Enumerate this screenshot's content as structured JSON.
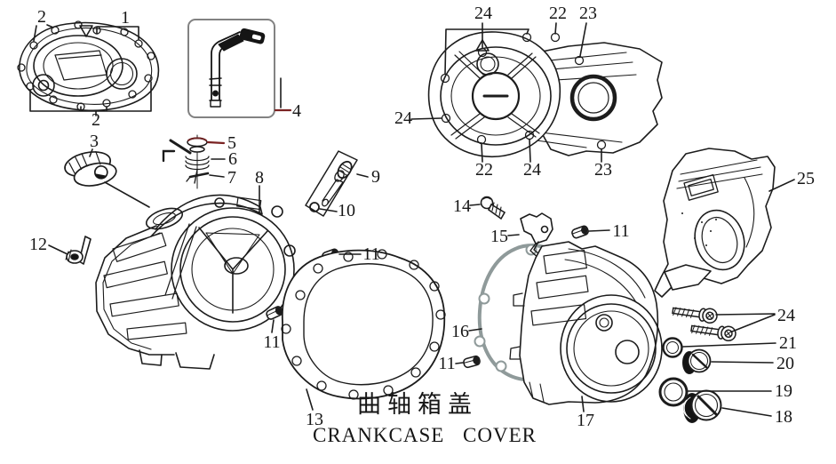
{
  "diagram": {
    "caption_zh": "曲轴箱盖",
    "caption_en": "CRANKCASE COVER"
  },
  "colors": {
    "line": "#1c1c1c",
    "gasket_gray": "#8f9a9a",
    "leader_red": "#7a2222",
    "box_border": "#828282",
    "background": "#ffffff"
  },
  "callouts": [
    {
      "label": "2"
    },
    {
      "label": "1"
    },
    {
      "label": "2"
    },
    {
      "label": "3"
    },
    {
      "label": "4"
    },
    {
      "label": "5"
    },
    {
      "label": "6"
    },
    {
      "label": "7"
    },
    {
      "label": "8"
    },
    {
      "label": "9"
    },
    {
      "label": "10"
    },
    {
      "label": "11"
    },
    {
      "label": "12"
    },
    {
      "label": "11"
    },
    {
      "label": "13"
    },
    {
      "label": "14"
    },
    {
      "label": "15"
    },
    {
      "label": "11"
    },
    {
      "label": "16"
    },
    {
      "label": "11"
    },
    {
      "label": "17"
    },
    {
      "label": "24"
    },
    {
      "label": "22"
    },
    {
      "label": "23"
    },
    {
      "label": "24"
    },
    {
      "label": "22"
    },
    {
      "label": "24"
    },
    {
      "label": "23"
    },
    {
      "label": "25"
    },
    {
      "label": "24"
    },
    {
      "label": "21"
    },
    {
      "label": "20"
    },
    {
      "label": "19"
    },
    {
      "label": "18"
    }
  ]
}
